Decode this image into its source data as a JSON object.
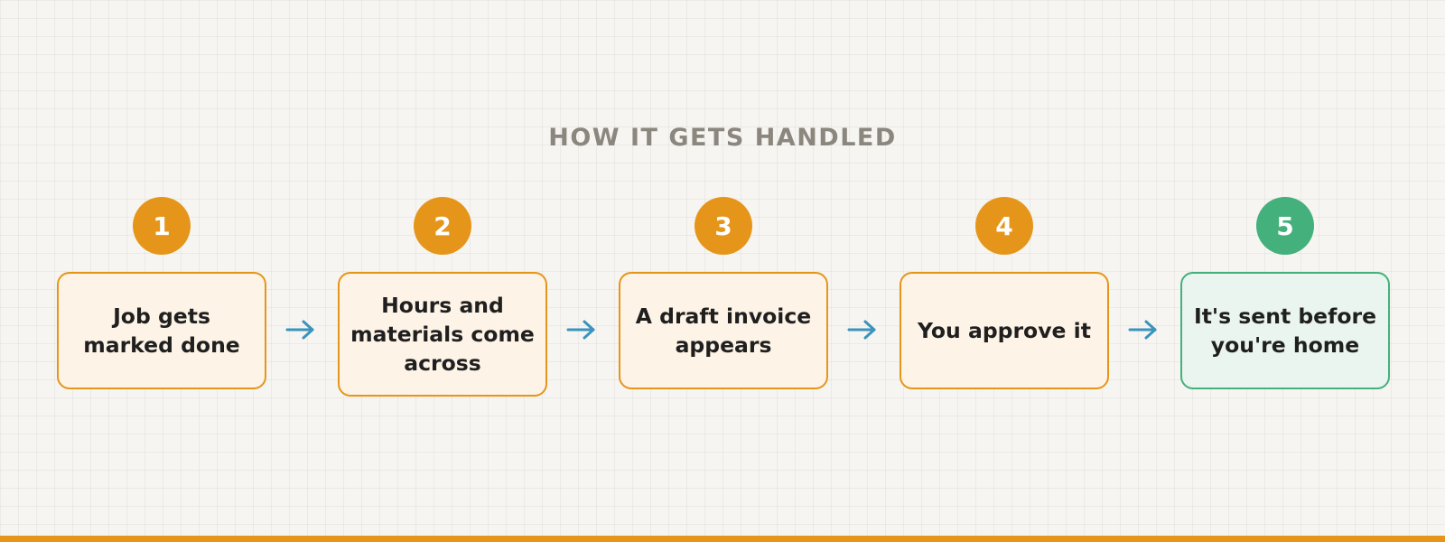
{
  "heading": "HOW IT GETS HANDLED",
  "colors": {
    "step_accent": "#e5961a",
    "step_fill": "#fdf3e6",
    "final_accent": "#44b07b",
    "final_fill": "#e9f5ee",
    "arrow": "#3a94bd",
    "heading": "#8b877e",
    "text": "#1f1f1f"
  },
  "arrow_icon": "arrow-right-icon",
  "steps": [
    {
      "number": "1",
      "label": "Job gets marked done"
    },
    {
      "number": "2",
      "label": "Hours and materials come across"
    },
    {
      "number": "3",
      "label": "A draft invoice appears"
    },
    {
      "number": "4",
      "label": "You approve it"
    },
    {
      "number": "5",
      "label": "It's sent before you're home"
    }
  ]
}
